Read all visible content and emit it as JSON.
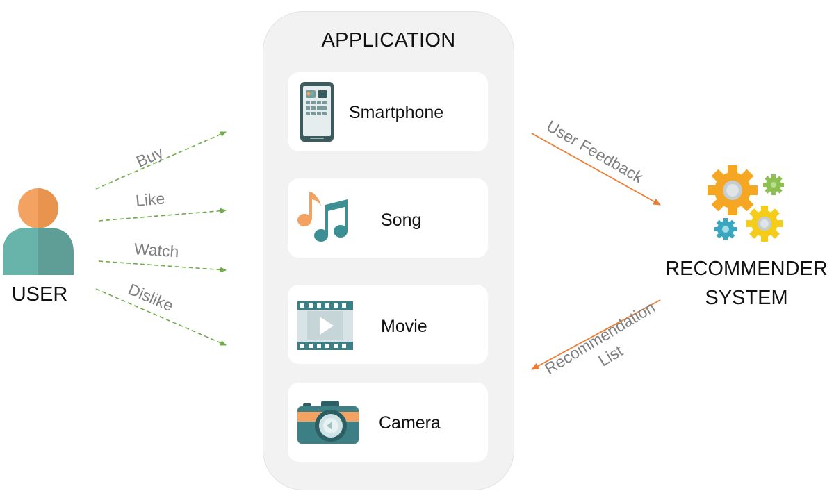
{
  "application": {
    "title": "APPLICATION",
    "items": [
      {
        "label": "Smartphone",
        "icon": "smartphone-icon"
      },
      {
        "label": "Song",
        "icon": "music-notes-icon"
      },
      {
        "label": "Movie",
        "icon": "film-strip-icon"
      },
      {
        "label": "Camera",
        "icon": "camera-icon"
      }
    ]
  },
  "user": {
    "label": "USER",
    "icon": "user-avatar-icon"
  },
  "recommender": {
    "line1": "RECOMMENDER",
    "line2": "SYSTEM",
    "icon": "gears-icon"
  },
  "actions": [
    "Buy",
    "Like",
    "Watch",
    "Dislike"
  ],
  "feedback_label": "User Feedback",
  "recommendation": {
    "line1": "Recommendation",
    "line2": "List"
  },
  "colors": {
    "action_arrow": "#70ad47",
    "system_arrow": "#ed7d31",
    "edge_text": "#7f7f7f",
    "panel": "#f2f2f2",
    "teal": "#3c8f93",
    "orange": "#f4a261",
    "gear_yellow": "#f5cc1a",
    "gear_orange": "#f5a623",
    "gear_green": "#8cc152",
    "gear_blue": "#3aa7c0"
  }
}
